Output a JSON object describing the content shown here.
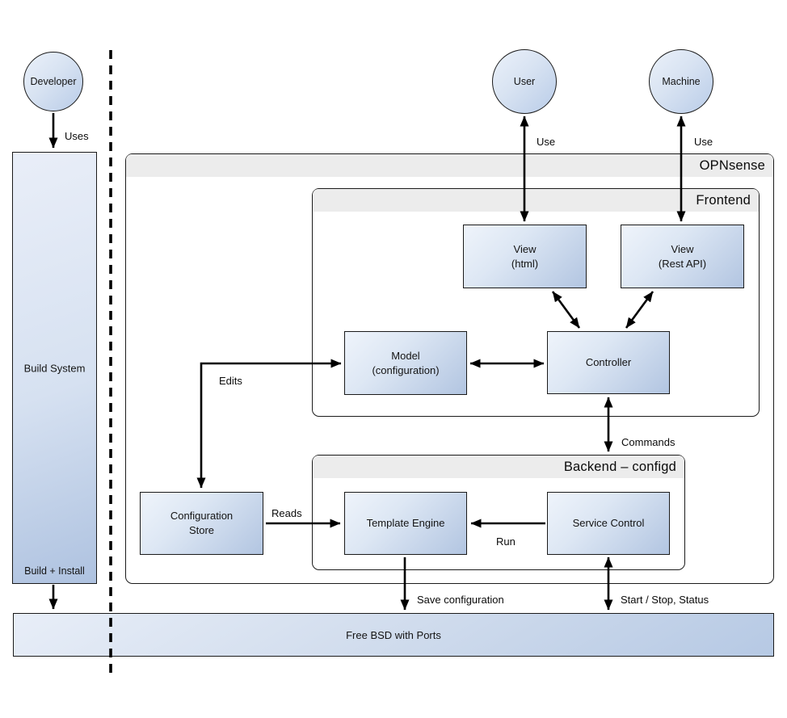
{
  "actors": {
    "developer": {
      "label": "Developer"
    },
    "user": {
      "label": "User"
    },
    "machine": {
      "label": "Machine"
    }
  },
  "containers": {
    "opnsense": {
      "title": "OPNsense"
    },
    "frontend": {
      "title": "Frontend"
    },
    "backend": {
      "title": "Backend – configd"
    }
  },
  "nodes": {
    "build_system": {
      "label": "Build System",
      "sublabel": "Build + Install"
    },
    "view_html": {
      "line1": "View",
      "line2": "(html)"
    },
    "view_rest": {
      "line1": "View",
      "line2": "(Rest API)"
    },
    "model": {
      "line1": "Model",
      "line2": "(configuration)"
    },
    "controller": {
      "label": "Controller"
    },
    "template_engine": {
      "label": "Template Engine"
    },
    "service_control": {
      "label": "Service Control"
    },
    "config_store": {
      "line1": "Configuration",
      "line2": "Store"
    },
    "freebsd": {
      "label": "Free BSD with Ports"
    }
  },
  "edge_labels": {
    "uses": "Uses",
    "use_user": "Use",
    "use_machine": "Use",
    "edits": "Edits",
    "reads": "Reads",
    "run": "Run",
    "commands": "Commands",
    "save_configuration": "Save configuration",
    "start_stop_status": "Start / Stop, Status"
  },
  "colors": {
    "node_fill_light": "#eff4fb",
    "node_fill_dark": "#b2c5e1",
    "header_band": "#ececec",
    "border": "#1b1b1b",
    "arrow": "#000000"
  }
}
